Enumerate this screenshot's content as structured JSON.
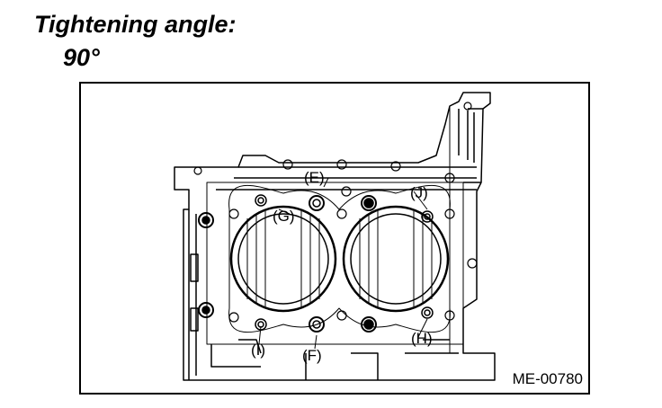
{
  "heading": {
    "title": "Tightening angle:",
    "value": "90°"
  },
  "figure": {
    "id": "ME-00780",
    "labels": {
      "E": "(E)",
      "J": "(J)",
      "G": "(G)",
      "I": "(I)",
      "F": "(F)",
      "H": "(H)"
    }
  }
}
